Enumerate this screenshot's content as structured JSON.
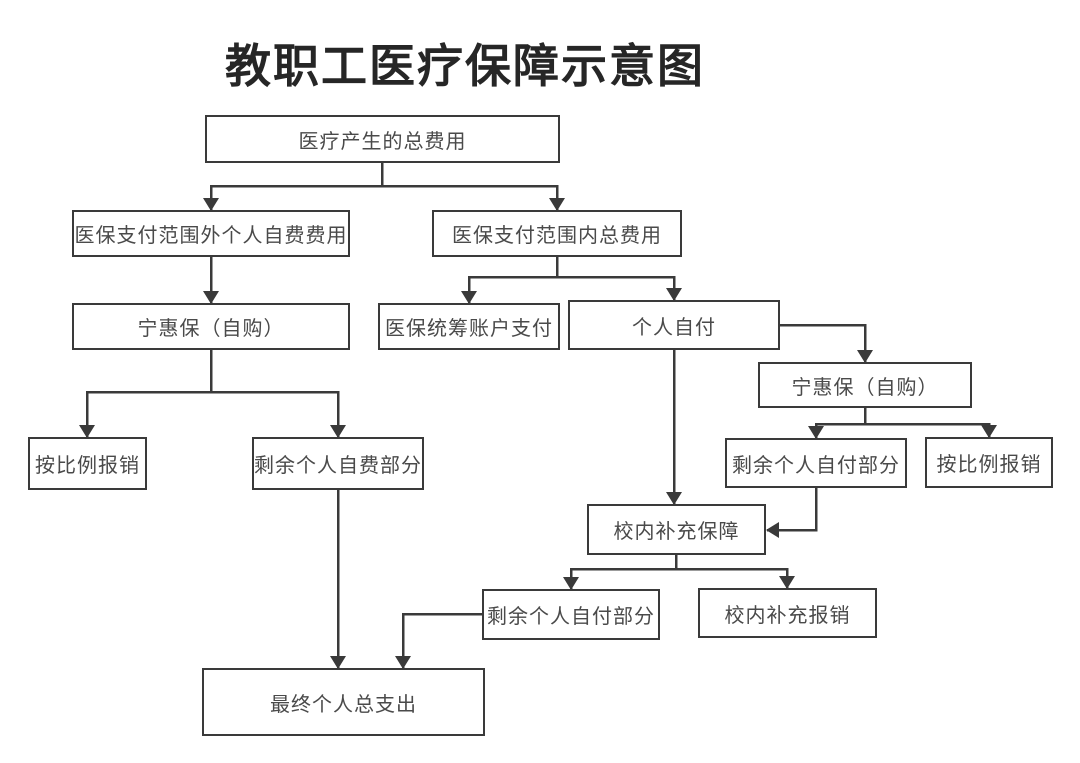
{
  "title": "教职工医疗保障示意图",
  "colors": {
    "background": "#ffffff",
    "line": "#3a3a3a",
    "box_border": "#3a3a3a",
    "box_text": "#4a4a4a",
    "title_text": "#262626"
  },
  "flowchart": {
    "nodes": {
      "total_cost": {
        "label": "医疗产生的总费用"
      },
      "outside_scope": {
        "label": "医保支付范围外个人自费费用"
      },
      "inside_scope": {
        "label": "医保支付范围内总费用"
      },
      "ninghuibao_left": {
        "label": "宁惠保（自购）"
      },
      "pooled_account": {
        "label": "医保统筹账户支付"
      },
      "personal_pay": {
        "label": "个人自付"
      },
      "ninghuibao_right": {
        "label": "宁惠保（自购）"
      },
      "proportional_left": {
        "label": "按比例报销"
      },
      "remaining_expense_left": {
        "label": "剩余个人自费部分"
      },
      "remaining_pay_right": {
        "label": "剩余个人自付部分"
      },
      "proportional_right": {
        "label": "按比例报销"
      },
      "campus_supplement": {
        "label": "校内补充保障"
      },
      "remaining_pay_bottom": {
        "label": "剩余个人自付部分"
      },
      "campus_reimburse": {
        "label": "校内补充报销"
      },
      "final_total": {
        "label": "最终个人总支出"
      }
    }
  }
}
